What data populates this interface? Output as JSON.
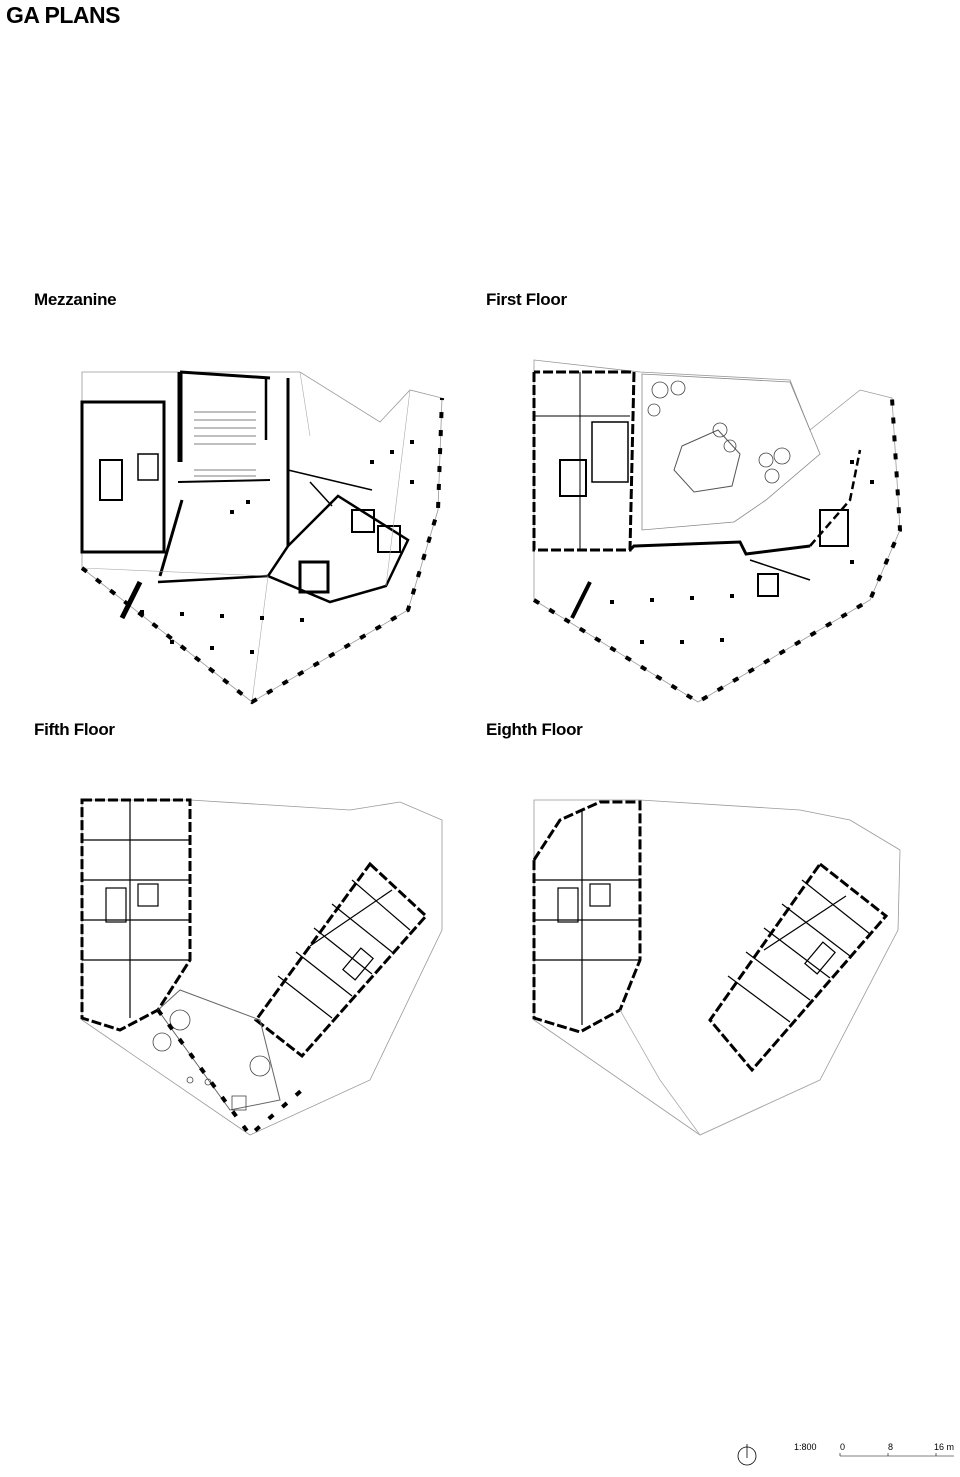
{
  "sheet": {
    "title": "GA PLANS"
  },
  "plans": [
    {
      "label": "Mezzanine"
    },
    {
      "label": "First Floor"
    },
    {
      "label": "Fifth Floor"
    },
    {
      "label": "Eighth Floor"
    }
  ],
  "scale": {
    "ratio": "1:800",
    "ticks": [
      "0",
      "8",
      "16 m"
    ]
  },
  "north_icon": "north-arrow-icon"
}
